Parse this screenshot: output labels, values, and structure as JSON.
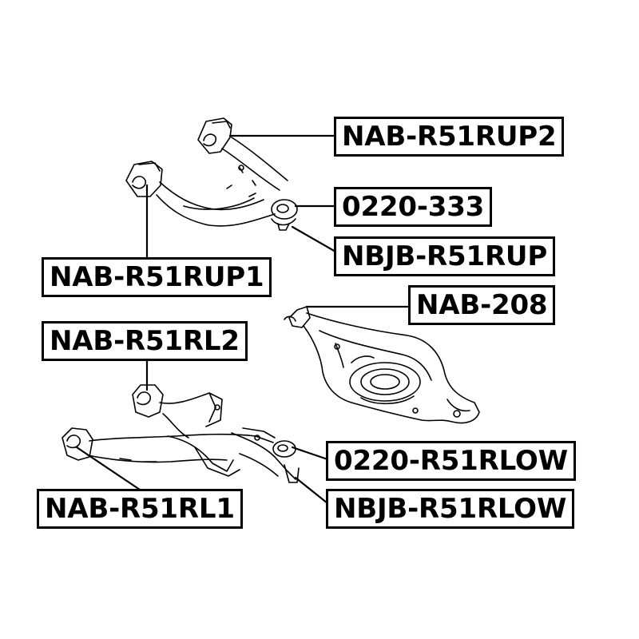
{
  "labels": {
    "up2": "NAB-R51RUP2",
    "c333": "0220-333",
    "nbjb_up": "NBJB-R51RUP",
    "up1": "NAB-R51RUP1",
    "n208": "NAB-208",
    "rl2": "NAB-R51RL2",
    "rlow": "0220-R51RLOW",
    "nbjb_low": "NBJB-R51RLOW",
    "rl1": "NAB-R51RL1"
  }
}
